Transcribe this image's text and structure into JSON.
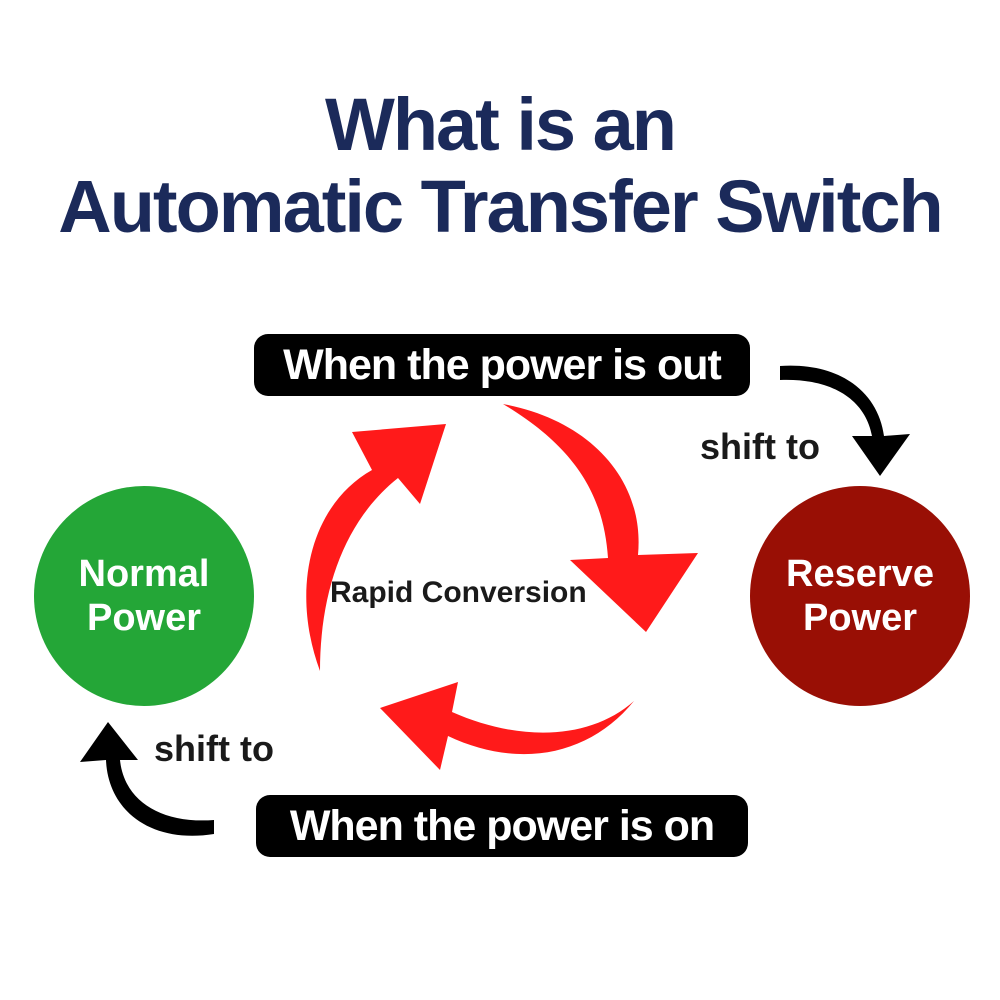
{
  "title": {
    "line1": "What is an",
    "line2": "Automatic Transfer Switch"
  },
  "labels": {
    "power_out": "When the power is out",
    "power_on": "When the power is on",
    "shift_to_reserve": "shift to",
    "shift_to_normal": "shift to",
    "center": "Rapid Conversion"
  },
  "nodes": {
    "normal": {
      "line1": "Normal",
      "line2": "Power",
      "color": "#24a637"
    },
    "reserve": {
      "line1": "Reserve",
      "line2": "Power",
      "color": "#990f05"
    }
  },
  "colors": {
    "title": "#1b2a5a",
    "cycle_arrows": "#ff1a1a",
    "shift_arrows": "#000000",
    "pill_background": "#000000"
  },
  "icons": {
    "cycle": "red-circular-arrows-icon",
    "shift": "curved-black-arrow-icon"
  }
}
